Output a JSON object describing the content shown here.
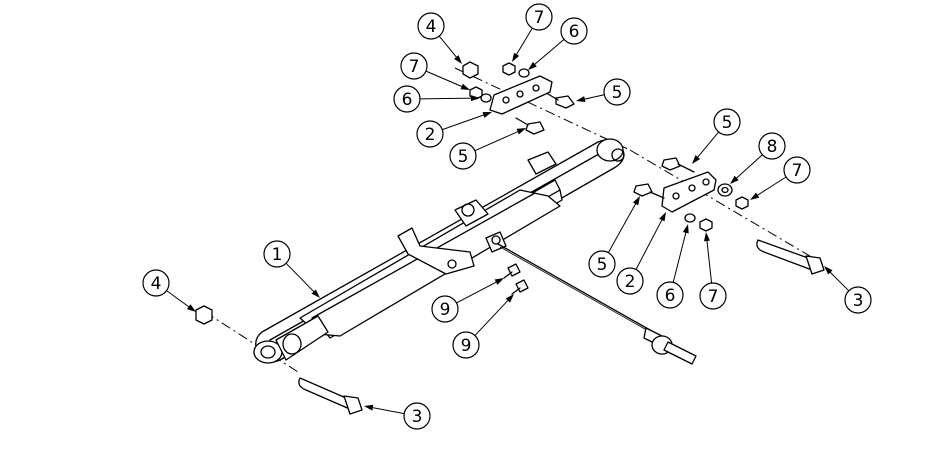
{
  "diagram": {
    "callouts": [
      "1",
      "2",
      "2",
      "3",
      "3",
      "4",
      "4",
      "5",
      "5",
      "5",
      "5",
      "6",
      "6",
      "6",
      "7",
      "7",
      "7",
      "7",
      "8",
      "9",
      "9"
    ]
  }
}
